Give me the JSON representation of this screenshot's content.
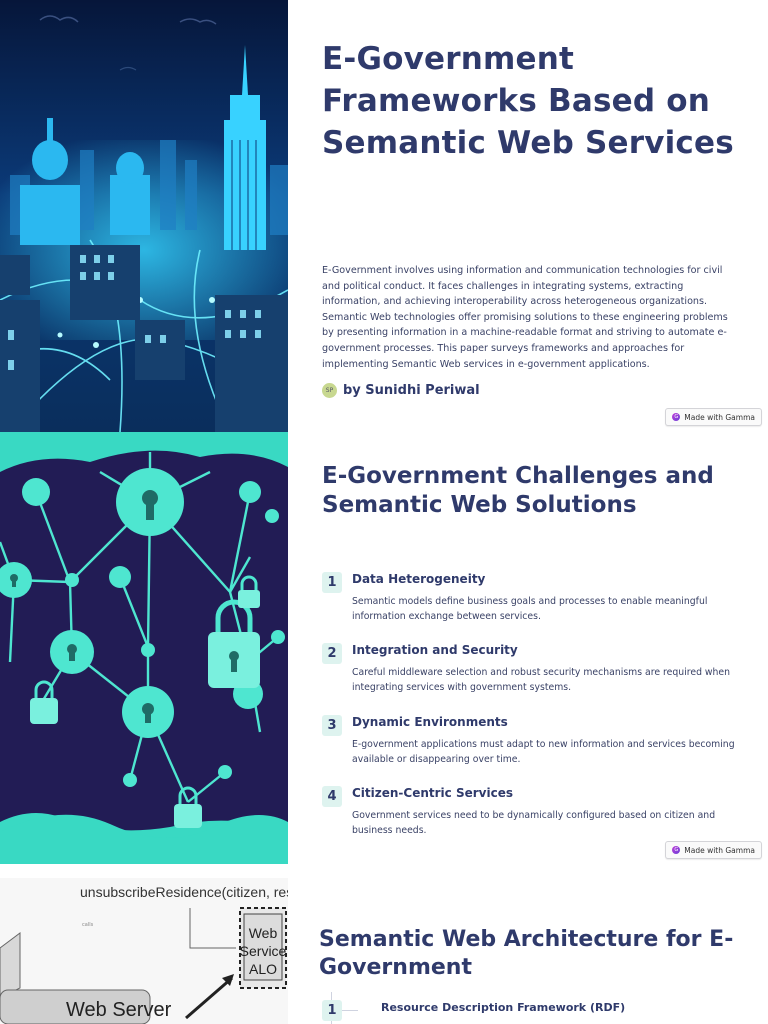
{
  "slide1": {
    "title": "E-Government Frameworks Based on Semantic Web Services",
    "description": "E-Government involves using information and communication technologies for civil and political conduct. It faces challenges in integrating systems, extracting information, and achieving interoperability across heterogeneous organizations. Semantic Web technologies offer promising solutions to these engineering problems by presenting information in a machine-readable format and striving to automate e-government processes. This paper surveys frameworks and approaches for implementing Semantic Web services in e-government applications.",
    "author": "by Sunidhi  Periwal",
    "badge": "Made with Gamma",
    "image_icon": "city-skyline-illustration"
  },
  "slide2": {
    "title": "E-Government Challenges and Semantic Web Solutions",
    "badge": "Made with Gamma",
    "image_icon": "network-locks-illustration",
    "items": [
      {
        "num": "1",
        "title": "Data Heterogeneity",
        "desc": "Semantic models define business goals and processes to enable meaningful information exchange between services."
      },
      {
        "num": "2",
        "title": "Integration and Security",
        "desc": "Careful middleware selection and robust security mechanisms are required when integrating services with government systems."
      },
      {
        "num": "3",
        "title": "Dynamic Environments",
        "desc": "E-government applications must adapt to new information and services becoming available or disappearing over time."
      },
      {
        "num": "4",
        "title": "Citizen-Centric Services",
        "desc": "Government services need to be dynamically configured based on citizen and business needs."
      }
    ]
  },
  "slide3": {
    "title": "Semantic Web Architecture for E-Government",
    "image_icon": "architecture-diagram-image",
    "diagram_text": {
      "top_label": "unsubscribeResidence(citizen, residence",
      "box_label_1": "Web",
      "box_label_2": "Service",
      "box_label_3": "ALO",
      "server_label": "Web Server"
    },
    "items": [
      {
        "num": "1",
        "title": "Resource Description Framework (RDF)"
      }
    ]
  },
  "colors": {
    "heading": "#2f3a6b",
    "accent_teal": "#4ee6d0",
    "number_bg": "#def3ef"
  }
}
